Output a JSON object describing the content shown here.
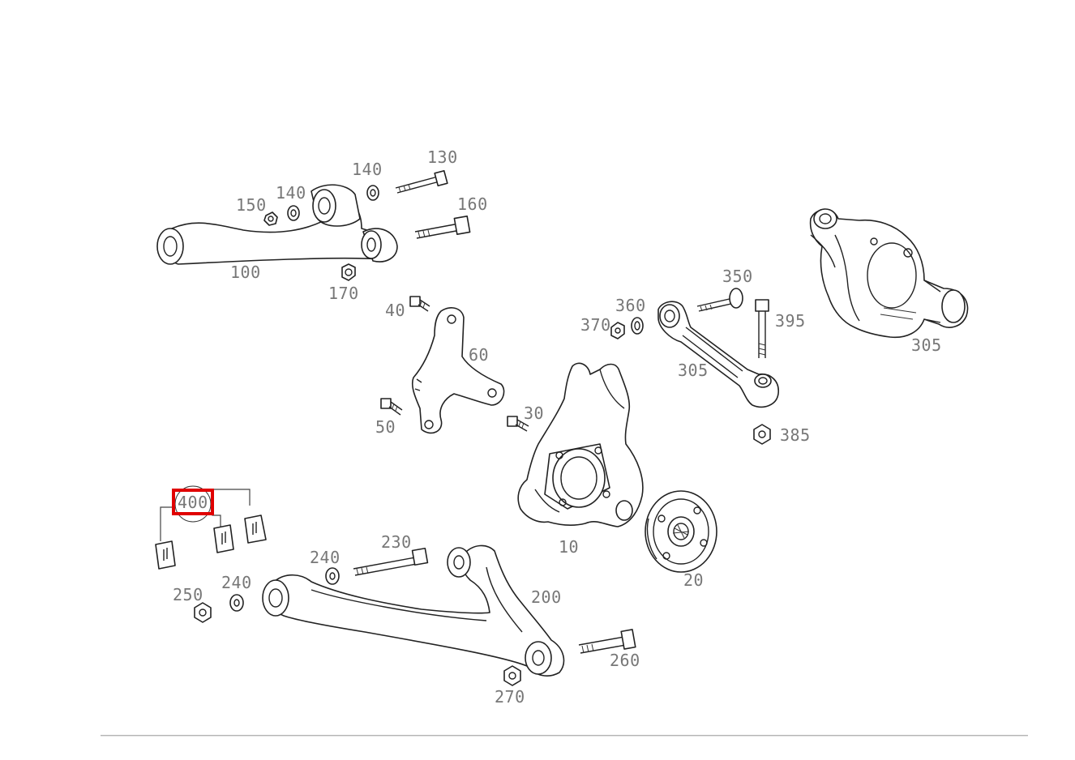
{
  "callouts": {
    "c10": "10",
    "c20": "20",
    "c30": "30",
    "c40": "40",
    "c50": "50",
    "c60": "60",
    "c100": "100",
    "c130": "130",
    "c140a": "140",
    "c140b": "140",
    "c150": "150",
    "c160": "160",
    "c170": "170",
    "c200": "200",
    "c230": "230",
    "c240a": "240",
    "c240b": "240",
    "c250": "250",
    "c260": "260",
    "c270": "270",
    "c305a": "305",
    "c305b": "305",
    "c350": "350",
    "c360": "360",
    "c370": "370",
    "c385": "385",
    "c395": "395",
    "c400": "400"
  },
  "highlight": {
    "callout": "400",
    "color": "#e00000"
  },
  "colors": {
    "line": "#222222",
    "label": "#777777",
    "background": "#ffffff"
  }
}
